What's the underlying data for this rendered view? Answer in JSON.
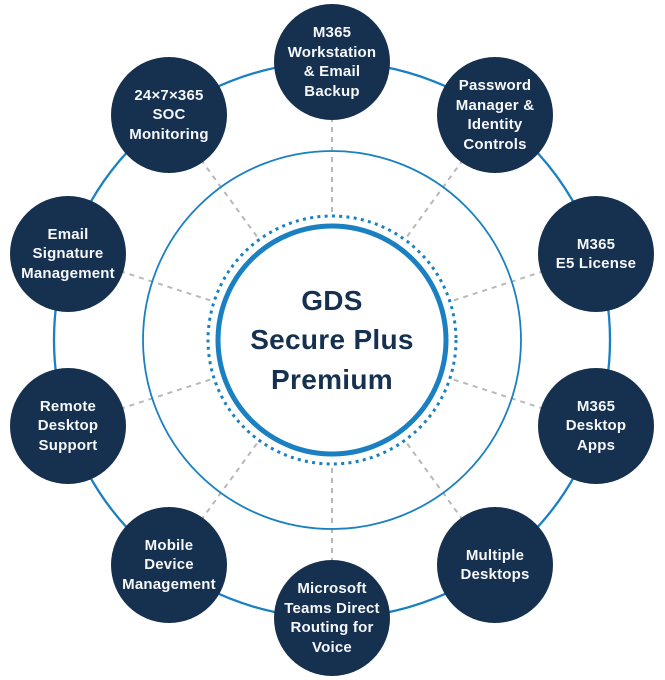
{
  "center": {
    "label": "GDS\nSecure Plus\nPremium"
  },
  "nodes": [
    {
      "id": "m365-workstation-email-backup",
      "label": "M365\nWorkstation\n& Email\nBackup"
    },
    {
      "id": "password-manager-identity-controls",
      "label": "Password\nManager &\nIdentity\nControls"
    },
    {
      "id": "m365-e5-license",
      "label": "M365\nE5 License"
    },
    {
      "id": "m365-desktop-apps",
      "label": "M365\nDesktop\nApps"
    },
    {
      "id": "multiple-desktops",
      "label": "Multiple\nDesktops"
    },
    {
      "id": "microsoft-teams-direct-routing-for-voice",
      "label": "Microsoft\nTeams Direct\nRouting for\nVoice"
    },
    {
      "id": "mobile-device-management",
      "label": "Mobile\nDevice\nManagement"
    },
    {
      "id": "remote-desktop-support",
      "label": "Remote\nDesktop\nSupport"
    },
    {
      "id": "email-signature-management",
      "label": "Email\nSignature\nManagement"
    },
    {
      "id": "soc-monitoring",
      "label": "24×7×365\nSOC\nMonitoring"
    }
  ],
  "colors": {
    "node_fill": "#16314f",
    "ring_blue": "#1a80c2",
    "dashed_line_gray": "#b8b8b8",
    "node_text": "#f5f7f9",
    "center_text": "#16314f",
    "background": "#ffffff"
  }
}
